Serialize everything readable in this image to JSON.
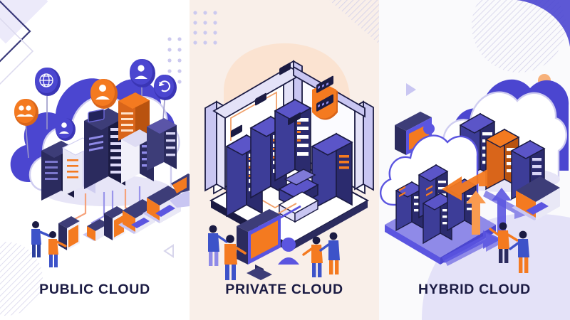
{
  "image": {
    "kind": "isometric-infographic",
    "title_group": "Cloud deployment models",
    "panel_count": 3
  },
  "palette": {
    "indigo_deep": "#1b1b43",
    "indigo_dark": "#23235c",
    "blue_primary": "#4b46d0",
    "blue_mid": "#5b55e0",
    "blue_light": "#8f8ae8",
    "lavender": "#c9c6f2",
    "lavender_pale": "#e4e2f8",
    "orange": "#f47a20",
    "orange_light": "#f99a4f",
    "white": "#ffffff",
    "cream_bg": "#f9efe9",
    "offwhite_bg": "#fafafc",
    "text_navy": "#1b1b43",
    "shadow_grey": "#e9e9f3"
  },
  "panels": [
    {
      "id": "public",
      "label": "PUBLIC CLOUD",
      "background": "#ffffff",
      "scene": "Large blue isometric cloud containing server racks, surrounded by floating circular badge icons, with client devices connected by cables below and two standing people.",
      "badges": [
        {
          "name": "globe-icon",
          "glyph": "globe",
          "color": "#4b46d0"
        },
        {
          "name": "users-group-icon",
          "glyph": "users",
          "color": "#f47a20"
        },
        {
          "name": "user-icon",
          "glyph": "user",
          "color": "#f47a20"
        },
        {
          "name": "user-icon",
          "glyph": "user",
          "color": "#4b46d0"
        },
        {
          "name": "user-icon",
          "glyph": "user",
          "color": "#4b46d0"
        },
        {
          "name": "sync-icon",
          "glyph": "sync",
          "color": "#4b46d0"
        }
      ],
      "devices": [
        "smartphone",
        "laptop",
        "tablet",
        "laptop",
        "laptop",
        "laptop"
      ],
      "people": 2,
      "server_racks": 6
    },
    {
      "id": "private",
      "label": "PRIVATE CLOUD",
      "background": "#f9efe9",
      "scene": "Walled isometric server room on a raised platform containing tall racks, a console cabinet and stacked storage units, protected by an orange shield badge, with a desktop monitor and four people outside.",
      "badges": [
        {
          "name": "shield-icon",
          "glyph": "shield",
          "color": "#f47a20"
        },
        {
          "name": "user-silhouette-icon",
          "glyph": "user",
          "color": "#5b55e0"
        }
      ],
      "devices": [
        "desktop-monitor"
      ],
      "people": 4,
      "server_racks": 5
    },
    {
      "id": "hybrid",
      "label": "HYBRID CLOUD",
      "background": "#fafafc",
      "scene": "Two isometric clouds — an upper public cloud with three racks (one orange) and a lower private cloud platform with four racks — linked by orange and purple directional arrows, plus a monitor, a laptop, a user badge and two people.",
      "badges": [
        {
          "name": "user-silhouette-icon",
          "glyph": "user",
          "color": "#5b55e0"
        }
      ],
      "devices": [
        "desktop-monitor",
        "laptop"
      ],
      "people": 2,
      "server_racks": 7,
      "arrows": [
        {
          "name": "arrow-orange-down",
          "color": "#f47a20",
          "direction": "down-left"
        },
        {
          "name": "arrow-orange-up",
          "color": "#f99a4f",
          "direction": "up-right"
        },
        {
          "name": "arrow-purple-down",
          "color": "#8f8ae8",
          "direction": "down-right"
        },
        {
          "name": "arrow-purple-right",
          "color": "#5b55e0",
          "direction": "right"
        }
      ]
    }
  ],
  "decorations": [
    {
      "name": "rotated-square-outline",
      "position": "top-left",
      "color": "#3a3a7a"
    },
    {
      "name": "dot-grid",
      "position": "top-center-left",
      "rows": 5,
      "cols": 5,
      "color": "#c9c6f2"
    },
    {
      "name": "striped-circle",
      "position": "top-right",
      "color": "#d8d6ec"
    },
    {
      "name": "striped-circle",
      "position": "bottom-left",
      "color": "#dedcee"
    },
    {
      "name": "striped-wedge",
      "position": "private-top-right",
      "color": "#d8d6ec"
    },
    {
      "name": "blue-blob",
      "position": "top-right-corner",
      "color": "#4b46d0"
    },
    {
      "name": "orange-dot",
      "position": "hybrid-top-right",
      "color": "#f7b17a"
    },
    {
      "name": "play-triangle-outline",
      "position": "public-bottom-right",
      "color": "#d8d6ec"
    },
    {
      "name": "play-triangle-outline",
      "position": "hybrid-upper-left",
      "color": "#d8d6ec"
    },
    {
      "name": "peach-blob",
      "position": "private-center",
      "color": "#fbe0cc"
    },
    {
      "name": "lavender-blob",
      "position": "hybrid-bottom",
      "color": "#e4e2f8"
    }
  ]
}
